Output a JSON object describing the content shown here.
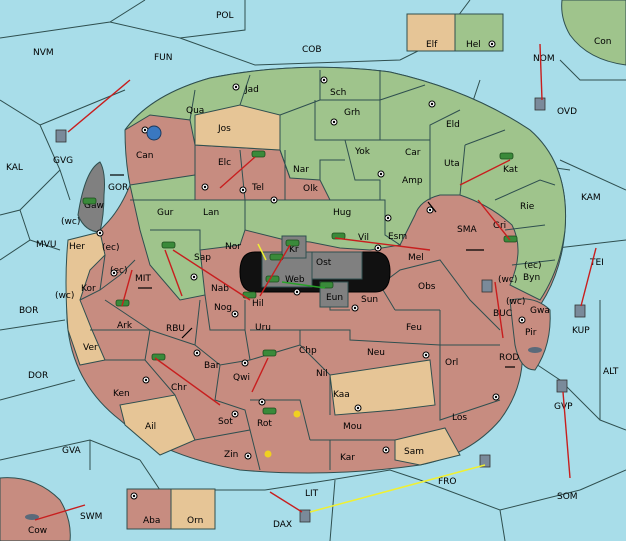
{
  "colors": {
    "sea": "#a8dde9",
    "green": "#9fc48c",
    "red": "#c78c80",
    "tan": "#e6c596",
    "neutral_grey": "#808080",
    "line": "#2f4f4f",
    "order_move": "#c81e1e",
    "order_support_yellow": "#f0f032",
    "order_support_green": "#28a028"
  },
  "provinces": {
    "sea": [
      "POL",
      "NVM",
      "FUN",
      "COB",
      "Con",
      "NOM",
      "OVD",
      "KAL",
      "GVG",
      "GOR",
      "MVU",
      "BOR",
      "DOR",
      "GVA",
      "SWM",
      "KAM",
      "TEI",
      "ALT",
      "SOM",
      "FRO",
      "LIT",
      "DAX",
      "MIT",
      "RBU",
      "SMA",
      "BUC",
      "ROD",
      "KUP",
      "GVP"
    ],
    "green": [
      "Jad",
      "Qua",
      "Sch",
      "Jos",
      "Grh",
      "Can",
      "Eld",
      "Yok",
      "Car",
      "Nar",
      "Elc",
      "Uta",
      "Kat",
      "Amp",
      "Olk",
      "Tel",
      "Rie",
      "Gur",
      "Hug",
      "Lan",
      "Esm",
      "Vil",
      "Nor",
      "Gri",
      "Sap",
      "Byn",
      "Gwa",
      "Ost",
      "Nab",
      "Web",
      "Kr"
    ],
    "red": [
      "Mel",
      "Eun",
      "Her",
      "Kor",
      "Obs",
      "Hil",
      "Sun",
      "Nog",
      "Uru",
      "Feu",
      "Ark",
      "Chr",
      "Chp",
      "Neu",
      "Bar",
      "Qwi",
      "Nil",
      "Orl",
      "Ken",
      "Kaa",
      "Pir",
      "Rot",
      "Ail",
      "Sot",
      "Mou",
      "Los",
      "Zin",
      "Kar",
      "Sam",
      "Cow",
      "Aba"
    ],
    "tan": [
      "Elf",
      "Hel",
      "Orn",
      "Ver"
    ],
    "coast_labels": [
      "(wc)",
      "(ec)"
    ]
  }
}
